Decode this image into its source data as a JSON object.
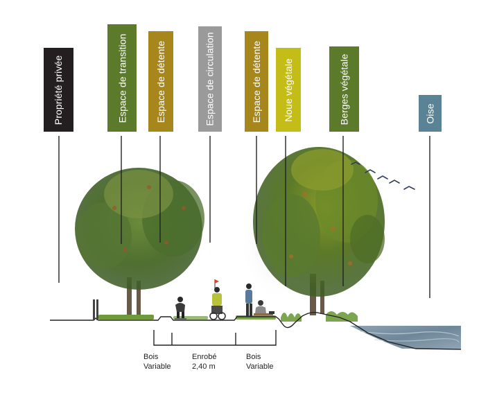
{
  "zones": [
    {
      "id": "propriete",
      "label": "Propriété privée",
      "color": "#231f20"
    },
    {
      "id": "transition",
      "label": "Espace de transition",
      "color": "#5b7a2a"
    },
    {
      "id": "detente1",
      "label": "Espace de détente",
      "color": "#a7871c"
    },
    {
      "id": "circulation",
      "label": "Espace de circulation",
      "color": "#9a9a9a"
    },
    {
      "id": "detente2",
      "label": "Espace de détente",
      "color": "#a7871c"
    },
    {
      "id": "noue",
      "label": "Noue végétale",
      "color": "#c4bd18"
    },
    {
      "id": "berges",
      "label": "Berges végétale",
      "color": "#5b7a2a"
    },
    {
      "id": "oise",
      "label": "Oise",
      "color": "#5a8495"
    }
  ],
  "dimensions": {
    "bois_left": {
      "line1": "Bois",
      "line2": "Variable"
    },
    "enrobe": {
      "line1": "Enrobé",
      "line2": "2,40 m"
    },
    "bois_right": {
      "line1": "Bois",
      "line2": "Variable"
    }
  }
}
